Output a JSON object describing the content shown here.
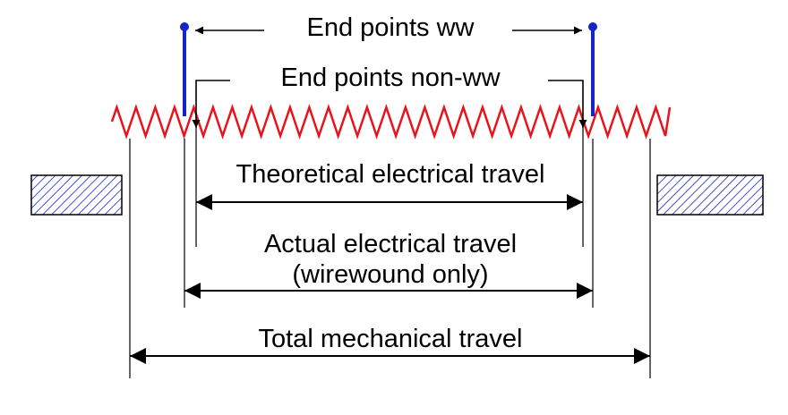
{
  "labels": {
    "end_points_ww": "End points ww",
    "end_points_non_ww": "End points non-ww",
    "theoretical_electrical_travel": "Theoretical electrical travel",
    "actual_electrical_travel": "Actual electrical travel",
    "wirewound_only": "(wirewound only)",
    "total_mechanical_travel": "Total mechanical travel"
  },
  "colors": {
    "resistor": "#e8141c",
    "wiper": "#1424c8",
    "hatch": "#1424c8",
    "line": "#000000"
  }
}
